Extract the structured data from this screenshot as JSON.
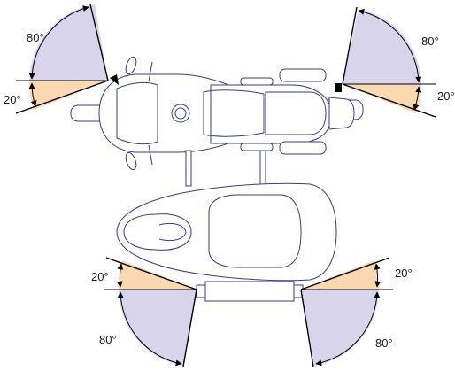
{
  "labels": {
    "top_left_wide": "80°",
    "top_left_narrow": "20°",
    "top_right_wide": "80°",
    "top_right_narrow": "20°",
    "bottom_left_narrow": "20°",
    "bottom_left_wide": "80°",
    "bottom_right_narrow": "20°",
    "bottom_right_wide": "80°"
  },
  "colors": {
    "wide_sector": "#d8d4ec",
    "narrow_sector": "#fbd9b0",
    "outline": "#3a3a8a",
    "line": "#000000"
  }
}
